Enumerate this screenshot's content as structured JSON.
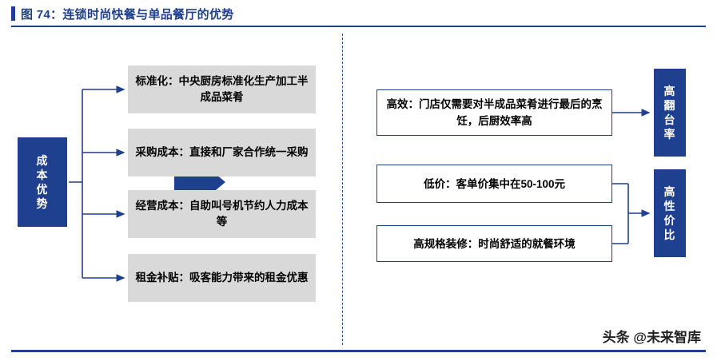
{
  "header": {
    "title": "图 74：连锁时尚快餐与单品餐厅的优势"
  },
  "footer": {
    "watermark": "头条 @未来智库"
  },
  "left": {
    "root_label": "成本优势",
    "items": [
      "标准化：中央厨房标准化生产加工半成品菜肴",
      "采购成本：直接和厂家合作统一采购",
      "经营成本：自助叫号机节约人力成本等",
      "租金补贴：吸客能力带来的租金优惠"
    ]
  },
  "right": {
    "items": [
      "高效：门店仅需要对半成品菜肴进行最后的烹饪，后厨效率高",
      "低价：客单价集中在50-100元",
      "高规格装修：时尚舒适的就餐环境"
    ],
    "outcomes": [
      "高翻台率",
      "高性价比"
    ]
  },
  "colors": {
    "brand_blue": "#1f3f8f",
    "gray_box": "#d9d9d9"
  }
}
